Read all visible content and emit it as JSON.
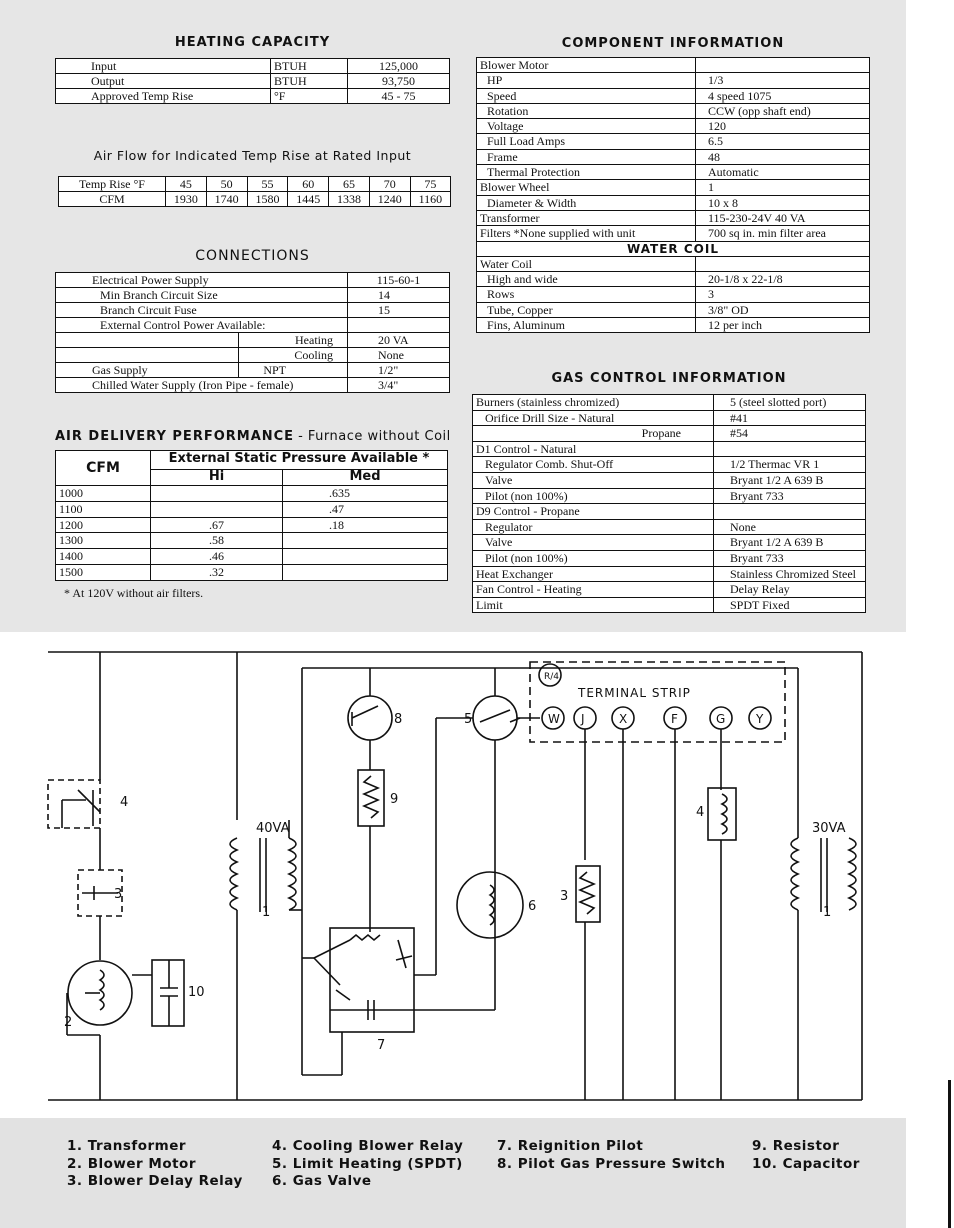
{
  "heating": {
    "title": "HEATING CAPACITY",
    "rows": [
      [
        "Input",
        "BTUH",
        "125,000"
      ],
      [
        "Output",
        "BTUH",
        "93,750"
      ],
      [
        "Approved Temp Rise",
        "°F",
        "45 - 75"
      ]
    ]
  },
  "airflow": {
    "title": "Air Flow for Indicated Temp Rise at Rated Input",
    "row_label_1": "Temp Rise °F",
    "temps": [
      "45",
      "50",
      "55",
      "60",
      "65",
      "70",
      "75"
    ],
    "row_label_2": "CFM",
    "cfm": [
      "1930",
      "1740",
      "1580",
      "1445",
      "1338",
      "1240",
      "1160"
    ]
  },
  "connections": {
    "title": "CONNECTIONS",
    "rows": [
      [
        "Electrical Power Supply",
        "",
        "115-60-1"
      ],
      [
        "Min Branch Circuit Size",
        "",
        "14"
      ],
      [
        "Branch Circuit Fuse",
        "",
        "15"
      ],
      [
        "External Control Power Available:",
        "",
        ""
      ],
      [
        "",
        "Heating",
        "20 VA"
      ],
      [
        "",
        "Cooling",
        "None"
      ],
      [
        "Gas Supply",
        "NPT",
        "1/2\""
      ],
      [
        "Chilled Water Supply (Iron Pipe - female)",
        "",
        "3/4\""
      ]
    ]
  },
  "air_delivery": {
    "title": "AIR DELIVERY PERFORMANCE",
    "subtitle": "- Furnace without Coil",
    "col_cfm": "CFM",
    "col_group": "External Static Pressure Available *",
    "col_hi": "Hi",
    "col_med": "Med",
    "rows": [
      [
        "1000",
        "",
        ".635"
      ],
      [
        "1100",
        "",
        ".47"
      ],
      [
        "1200",
        ".67",
        ".18"
      ],
      [
        "1300",
        ".58",
        ""
      ],
      [
        "1400",
        ".46",
        ""
      ],
      [
        "1500",
        ".32",
        ""
      ]
    ],
    "note": "* At 120V without air filters."
  },
  "component": {
    "title": "COMPONENT INFORMATION",
    "rows": [
      [
        "Blower Motor",
        ""
      ],
      [
        "HP",
        "1/3"
      ],
      [
        "Speed",
        "4 speed  1075"
      ],
      [
        "Rotation",
        "CCW (opp shaft end)"
      ],
      [
        "Voltage",
        "120"
      ],
      [
        "Full Load Amps",
        "6.5"
      ],
      [
        "Frame",
        "48"
      ],
      [
        "Thermal Protection",
        "Automatic"
      ],
      [
        "Blower Wheel",
        "1"
      ],
      [
        "Diameter & Width",
        "10 x 8"
      ],
      [
        "Transformer",
        "115-230-24V  40 VA"
      ],
      [
        "Filters *None supplied with unit",
        "700 sq in. min filter area"
      ]
    ],
    "water_coil_title": "WATER COIL",
    "water_rows": [
      [
        "Water Coil",
        ""
      ],
      [
        "High and wide",
        "20-1/8 x 22-1/8"
      ],
      [
        "Rows",
        "3"
      ],
      [
        "Tube, Copper",
        "3/8\" OD"
      ],
      [
        "Fins, Aluminum",
        "12 per inch"
      ]
    ]
  },
  "gas": {
    "title": "GAS CONTROL INFORMATION",
    "rows": [
      [
        "Burners (stainless chromized)",
        "5 (steel slotted port)"
      ],
      [
        "Orifice Drill Size - Natural",
        "#41"
      ],
      [
        "Propane",
        "#54"
      ],
      [
        "D1 Control - Natural",
        ""
      ],
      [
        "Regulator Comb. Shut-Off",
        "1/2 Thermac VR 1"
      ],
      [
        "Valve",
        "Bryant 1/2 A 639 B"
      ],
      [
        "Pilot (non 100%)",
        "Bryant 733"
      ],
      [
        "D9 Control - Propane",
        ""
      ],
      [
        "Regulator",
        "None"
      ],
      [
        "Valve",
        "Bryant 1/2 A 639 B"
      ],
      [
        "Pilot (non 100%)",
        "Bryant 733"
      ],
      [
        "Heat Exchanger",
        "Stainless Chromized Steel"
      ],
      [
        "Fan Control - Heating",
        "Delay Relay"
      ],
      [
        "Limit",
        "SPDT Fixed"
      ]
    ]
  },
  "diagram": {
    "terminal_strip": "TERMINAL  STRIP",
    "terminals": [
      "W",
      "J",
      "X",
      "F",
      "G",
      "Y"
    ],
    "r4": "R/4",
    "va40": "40VA",
    "va30": "30VA",
    "labels": [
      "1",
      "2",
      "3",
      "4",
      "5",
      "6",
      "7",
      "8",
      "9",
      "10"
    ]
  },
  "legend": {
    "col1": [
      "1. Transformer",
      "2. Blower Motor",
      "3. Blower Delay Relay"
    ],
    "col2": [
      "4. Cooling Blower Relay",
      "5. Limit Heating (SPDT)",
      "6. Gas Valve"
    ],
    "col3": [
      "7. Reignition Pilot",
      "8. Pilot Gas Pressure Switch"
    ],
    "col4": [
      "9. Resistor",
      "10. Capacitor"
    ]
  }
}
